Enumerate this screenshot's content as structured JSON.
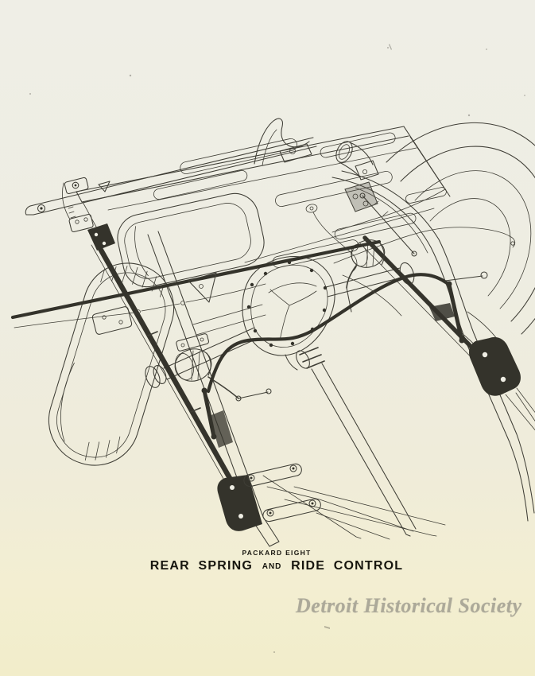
{
  "page": {
    "background_top": "#efeee6",
    "background_bottom": "#f2edca",
    "ink_color": "#3f3e36",
    "caption_color": "#16150e",
    "watermark_color": "#a5a294"
  },
  "caption": {
    "series": "PACKARD EIGHT",
    "title_part1": "REAR SPRING",
    "title_conjunction": "AND",
    "title_part2": "RIDE CONTROL"
  },
  "watermark": {
    "text": "Detroit Historical Society"
  },
  "figure": {
    "subject": "Packard Eight rear spring and ride control chassis line drawing",
    "components": [
      "rear-cross-member",
      "floor-pan",
      "fuel-tank",
      "left-rear-tire",
      "right-rear-tire",
      "frame-side-rails",
      "rear-axle",
      "differential",
      "drive-shaft",
      "left-leaf-spring",
      "right-leaf-spring",
      "spring-shackles",
      "lever-shock-absorbers",
      "stabilizer-bar",
      "brake-lines",
      "exhaust-pipe"
    ]
  }
}
